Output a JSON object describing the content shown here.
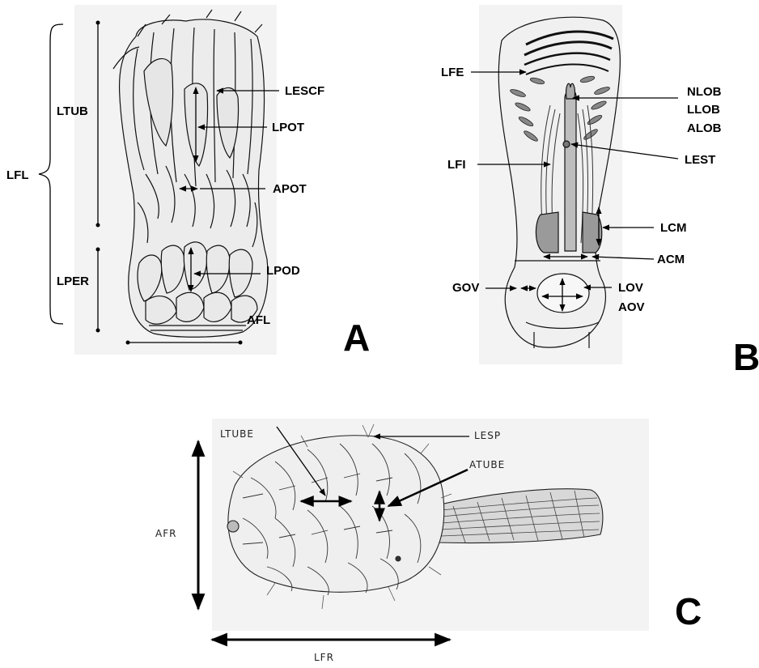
{
  "panel_a": {
    "letter": "A",
    "labels": {
      "lfl": "LFL",
      "ltub": "LTUB",
      "lper": "LPER",
      "lescf": "LESCF",
      "lpot": "LPOT",
      "apot": "APOT",
      "lpod": "LPOD",
      "afl": "AFL"
    }
  },
  "panel_b": {
    "letter": "B",
    "labels": {
      "lfe": "LFE",
      "nlob": "NLOB",
      "llob": "LLOB",
      "alob": "ALOB",
      "lest": "LEST",
      "lfi": "LFI",
      "lcm": "LCM",
      "acm": "ACM",
      "gov": "GOV",
      "lov": "LOV",
      "aov": "AOV"
    }
  },
  "panel_c": {
    "letter": "C",
    "labels": {
      "ltube": "LTUBE",
      "lesp": "LESP",
      "atube": "ATUBE",
      "afr": "AFR",
      "lfr": "LFR"
    }
  }
}
